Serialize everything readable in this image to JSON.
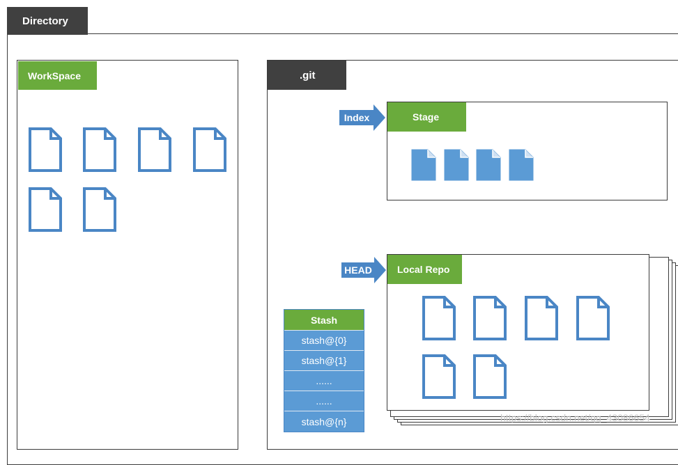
{
  "directory": {
    "label": "Directory"
  },
  "workspace": {
    "label": "WorkSpace",
    "file_count": 6
  },
  "git": {
    "label": ".git"
  },
  "stage": {
    "label": "Stage",
    "pointer": "Index",
    "file_count": 4
  },
  "local_repo": {
    "label": "Local Repo",
    "pointer": "HEAD",
    "file_count": 6
  },
  "stash": {
    "header": "Stash",
    "items": [
      "stash@{0}",
      "stash@{1}",
      "......",
      "......",
      "stash@{n}"
    ]
  },
  "watermark": "https://blog.csdn.net/qq_43086654",
  "colors": {
    "green": "#6aab3c",
    "dark": "#404040",
    "blue": "#5b9bd5",
    "outline_blue": "#4a86c5"
  }
}
